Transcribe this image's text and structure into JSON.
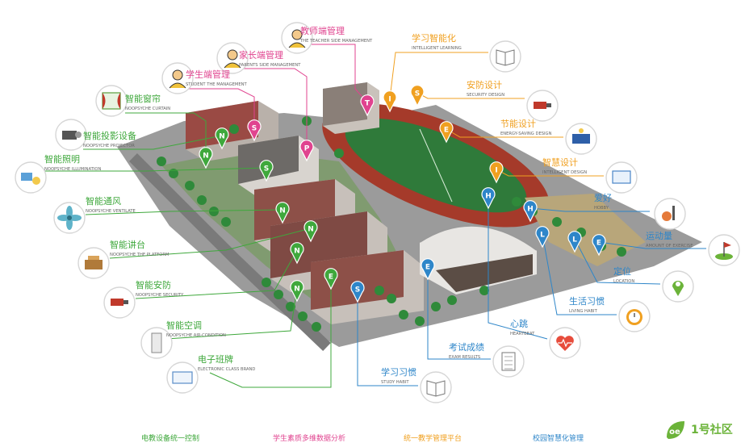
{
  "colors": {
    "green": "#3fa83c",
    "pink": "#e0438f",
    "orange": "#f0a020",
    "blue": "#2e86c9",
    "line": "#c9c9c9"
  },
  "pins": [
    {
      "letter": "T",
      "group": "pink"
    },
    {
      "letter": "I",
      "group": "orange"
    },
    {
      "letter": "S",
      "group": "orange"
    },
    {
      "letter": "E",
      "group": "orange"
    },
    {
      "letter": "I",
      "group": "orange"
    },
    {
      "letter": "P",
      "group": "pink"
    },
    {
      "letter": "S",
      "group": "pink"
    },
    {
      "letter": "N",
      "group": "green"
    },
    {
      "letter": "N",
      "group": "green"
    },
    {
      "letter": "S",
      "group": "green"
    },
    {
      "letter": "N",
      "group": "green"
    },
    {
      "letter": "N",
      "group": "green"
    },
    {
      "letter": "N",
      "group": "green"
    },
    {
      "letter": "N",
      "group": "green"
    },
    {
      "letter": "E",
      "group": "green"
    },
    {
      "letter": "S",
      "group": "blue"
    },
    {
      "letter": "E",
      "group": "blue"
    },
    {
      "letter": "H",
      "group": "blue"
    },
    {
      "letter": "H",
      "group": "blue"
    },
    {
      "letter": "L",
      "group": "blue"
    },
    {
      "letter": "L",
      "group": "blue"
    },
    {
      "letter": "E",
      "group": "blue"
    }
  ],
  "labels": [
    {
      "id": "teacher",
      "zh": "教师端管理",
      "en": "THE TEACHER SIDE MANAGEMENT",
      "group": "pink",
      "icon": "teacher-avatar-icon"
    },
    {
      "id": "parents",
      "zh": "家长端管理",
      "en": "PARENTS SIDE MANAGEMENT",
      "group": "pink",
      "icon": "parent-avatar-icon"
    },
    {
      "id": "student",
      "zh": "学生端管理",
      "en": "STUDENT THE MANAGEMENT",
      "group": "pink",
      "icon": "student-avatar-icon"
    },
    {
      "id": "curtain",
      "zh": "智能窗帘",
      "en": "NOOPSYCHE CURTAIN",
      "group": "green",
      "icon": "curtain-icon"
    },
    {
      "id": "projector",
      "zh": "智能投影设备",
      "en": "NOOPSYCHE PROJECTOR",
      "group": "green",
      "icon": "projector-icon"
    },
    {
      "id": "lighting",
      "zh": "智能照明",
      "en": "NOOPSYCHE ILLUMINATION",
      "group": "green",
      "icon": "lighting-icon"
    },
    {
      "id": "ventilate",
      "zh": "智能通风",
      "en": "NOOPSYCHE VENTILATE",
      "group": "green",
      "icon": "fan-icon"
    },
    {
      "id": "platform",
      "zh": "智能讲台",
      "en": "NOOPSYCHE THE PLATFORM",
      "group": "green",
      "icon": "podium-icon"
    },
    {
      "id": "security",
      "zh": "智能安防",
      "en": "NOOPSYCHE SECURITY",
      "group": "green",
      "icon": "camera-icon"
    },
    {
      "id": "aircon",
      "zh": "智能空调",
      "en": "NOOPSYCHE AIR-CONDITION",
      "group": "green",
      "icon": "air-conditioner-icon"
    },
    {
      "id": "classbrand",
      "zh": "电子班牌",
      "en": "ELECTRONIC CLASS BRAND",
      "group": "green",
      "icon": "class-brand-icon"
    },
    {
      "id": "learning",
      "zh": "学习智能化",
      "en": "INTELLIGENT LEARNING",
      "group": "orange",
      "icon": "book-icon"
    },
    {
      "id": "secdesign",
      "zh": "安防设计",
      "en": "SECURITY DESIGN",
      "group": "orange",
      "icon": "security-camera-icon"
    },
    {
      "id": "energy",
      "zh": "节能设计",
      "en": "ENERGY-SAVING DESIGN",
      "group": "orange",
      "icon": "solar-panel-icon"
    },
    {
      "id": "intdesign",
      "zh": "智慧设计",
      "en": "INTELLIGENT DESIGN",
      "group": "orange",
      "icon": "smart-screen-icon"
    },
    {
      "id": "hobby",
      "zh": "爱好",
      "en": "HOBBY",
      "group": "blue",
      "icon": "hobby-icon"
    },
    {
      "id": "exercise",
      "zh": "运动量",
      "en": "AMOUNT OF EXERCISE",
      "group": "blue",
      "icon": "golf-icon"
    },
    {
      "id": "location",
      "zh": "定位",
      "en": "LOCATION",
      "group": "blue",
      "icon": "location-pin-icon"
    },
    {
      "id": "living",
      "zh": "生活习惯",
      "en": "LIVING HABIT",
      "group": "blue",
      "icon": "alarm-clock-icon"
    },
    {
      "id": "heartbeat",
      "zh": "心跳",
      "en": "HEARTBEAT",
      "group": "blue",
      "icon": "heartbeat-icon"
    },
    {
      "id": "exam",
      "zh": "考试成绩",
      "en": "EXAM RESULTS",
      "group": "blue",
      "icon": "exam-paper-icon"
    },
    {
      "id": "study",
      "zh": "学习习惯",
      "en": "STUDY HABIT",
      "group": "blue",
      "icon": "study-book-icon"
    }
  ],
  "footer": {
    "green": "电教设备统一控制",
    "pink": "学生素质多维数据分析",
    "orange": "统一教学管理平台",
    "blue": "校园智慧化管理"
  },
  "logo": {
    "text": "1号社区"
  }
}
